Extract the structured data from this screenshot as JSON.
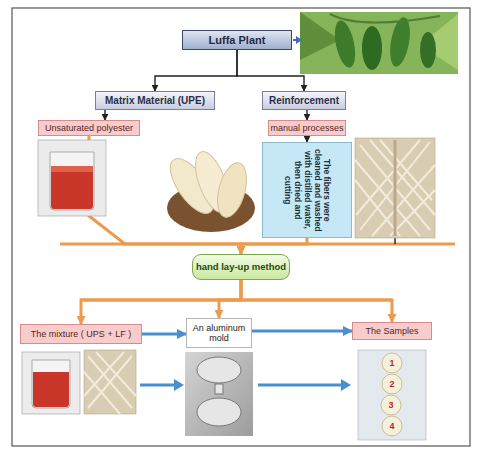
{
  "diagram": {
    "nodes": [
      {
        "text": [
          "Luffa Plant"
        ]
      },
      {
        "text": [
          "Matrix Material (UPE)"
        ]
      },
      {
        "text": [
          "Reinforcement"
        ]
      },
      {
        "text": [
          "Unsaturated polyester"
        ]
      },
      {
        "text": [
          "manual processes"
        ]
      },
      {
        "text": [
          "The fibers were cleaned and washed with distilled water, then dried and cutting"
        ]
      },
      {
        "text": [
          "hand lay-up method"
        ]
      },
      {
        "text": [
          "The mixture ( UPS + LF )"
        ]
      },
      {
        "text": [
          "An aluminum mold"
        ]
      },
      {
        "text": [
          "The Samples"
        ]
      }
    ],
    "edges": [
      {
        "from": 0,
        "to": 1,
        "arrow": "to"
      },
      {
        "from": 0,
        "to": 2,
        "arrow": "to"
      },
      {
        "from": 1,
        "to": 3,
        "arrow": "to"
      },
      {
        "from": 2,
        "to": 4,
        "arrow": "to"
      },
      {
        "from": 4,
        "to": 5,
        "arrow": "to"
      },
      {
        "from": 3,
        "to": 6,
        "arrow": "to"
      },
      {
        "from": 5,
        "to": 6,
        "arrow": "to"
      },
      {
        "from": 6,
        "to": 7,
        "arrow": "to"
      },
      {
        "from": 6,
        "to": 8,
        "arrow": "to"
      },
      {
        "from": 6,
        "to": 9,
        "arrow": "to"
      },
      {
        "from": 7,
        "to": 8,
        "arrow": "to"
      },
      {
        "from": 8,
        "to": 9,
        "arrow": "to"
      }
    ],
    "labels": [
      "1",
      "2",
      "3",
      "4"
    ]
  }
}
